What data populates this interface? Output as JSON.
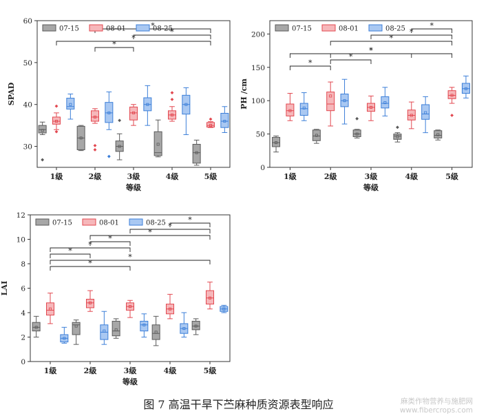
{
  "colors": {
    "g1": {
      "fill": "#a7a7a7",
      "stroke": "#5a5a5a"
    },
    "g2": {
      "fill": "#f6b7ba",
      "stroke": "#e2474f"
    },
    "g3": {
      "fill": "#a9c8f2",
      "stroke": "#3b7ed8"
    },
    "sig": "#222222"
  },
  "caption": "图 7  高温干旱下苎麻种质资源表型响应",
  "watermark": {
    "line1": "麻类作物营养与施肥网",
    "line2": "www.fibercrops.com"
  },
  "chart_data": [
    {
      "id": "spad",
      "type": "box",
      "ylabel": "SPAD",
      "xlabel": "等级",
      "ylim": [
        25,
        60
      ],
      "yticks": [
        30,
        40,
        50,
        60
      ],
      "categories": [
        "1级",
        "2级",
        "3级",
        "4级",
        "5级"
      ],
      "legend": [
        "07-15",
        "08-01",
        "08-25"
      ],
      "groups": [
        [
          {
            "q1": 33.2,
            "med": 34.0,
            "q3": 35.0,
            "wlo": 32.8,
            "whi": 35.8,
            "mean": 33.8,
            "out": [
              26.8
            ]
          },
          {
            "q1": 35.3,
            "med": 36.0,
            "q3": 37.0,
            "wlo": 34.0,
            "whi": 38.0,
            "mean": 36.0,
            "out": [
              33.5,
              39.6
            ]
          },
          {
            "q1": 38.9,
            "med": 39.5,
            "q3": 41.5,
            "wlo": 36.5,
            "whi": 42.5,
            "mean": 40.0,
            "out": []
          }
        ],
        [
          {
            "q1": 29.2,
            "med": 32.0,
            "q3": 34.8,
            "wlo": 29.0,
            "whi": 35.0,
            "mean": 32.0,
            "out": []
          },
          {
            "q1": 36.0,
            "med": 37.0,
            "q3": 38.5,
            "wlo": 35.5,
            "whi": 39.0,
            "mean": 37.0,
            "out": [
              30.2,
              29.2
            ]
          },
          {
            "q1": 35.7,
            "med": 38.0,
            "q3": 40.5,
            "wlo": 34.0,
            "whi": 43.0,
            "mean": 38.0,
            "out": [
              27.6
            ]
          }
        ],
        [
          {
            "q1": 28.8,
            "med": 30.0,
            "q3": 31.3,
            "wlo": 26.8,
            "whi": 33.0,
            "mean": 30.0,
            "out": [
              36.2
            ]
          },
          {
            "q1": 36.3,
            "med": 38.0,
            "q3": 39.4,
            "wlo": 35.0,
            "whi": 40.0,
            "mean": 38.0,
            "out": []
          },
          {
            "q1": 38.5,
            "med": 40.0,
            "q3": 41.6,
            "wlo": 35.0,
            "whi": 44.5,
            "mean": 40.0,
            "out": []
          }
        ],
        [
          {
            "q1": 27.8,
            "med": 28.5,
            "q3": 33.5,
            "wlo": 27.5,
            "whi": 36.3,
            "mean": 30.5,
            "out": []
          },
          {
            "q1": 36.5,
            "med": 37.5,
            "q3": 38.5,
            "wlo": 36.0,
            "whi": 39.5,
            "mean": 37.5,
            "out": [
              41.2,
              42.8
            ]
          },
          {
            "q1": 37.7,
            "med": 40.0,
            "q3": 42.2,
            "wlo": 32.8,
            "whi": 44.0,
            "mean": 40.0,
            "out": []
          }
        ],
        [
          {
            "q1": 26.0,
            "med": 28.5,
            "q3": 30.5,
            "wlo": 25.5,
            "whi": 31.5,
            "mean": 28.5,
            "out": []
          },
          {
            "q1": 34.6,
            "med": 35.0,
            "q3": 35.7,
            "wlo": 34.5,
            "whi": 35.9,
            "mean": 35.0,
            "out": [
              36.5
            ]
          },
          {
            "q1": 34.5,
            "med": 36.0,
            "q3": 37.9,
            "wlo": 33.3,
            "whi": 39.5,
            "mean": 36.0,
            "out": []
          }
        ]
      ],
      "brackets": [
        {
          "from": 1,
          "to": 4,
          "level": 0
        },
        {
          "from": 2,
          "to": 4,
          "level": 1
        },
        {
          "from": 0,
          "to": 4,
          "level": 2
        },
        {
          "from": 1,
          "to": 2,
          "level": 3
        }
      ],
      "bracket_label": "*"
    },
    {
      "id": "ph",
      "type": "box",
      "ylabel": "PH /cm",
      "xlabel": "等级",
      "ylim": [
        0,
        220
      ],
      "yticks": [
        0,
        50,
        100,
        150,
        200
      ],
      "categories": [
        "1级",
        "2级",
        "3级",
        "4级",
        "5级"
      ],
      "legend": [
        "07-15",
        "08-01",
        "08-25"
      ],
      "groups": [
        [
          {
            "q1": 31,
            "med": 37,
            "q3": 45,
            "wlo": 23,
            "whi": 47,
            "mean": 37,
            "out": []
          },
          {
            "q1": 77,
            "med": 85,
            "q3": 95,
            "wlo": 70,
            "whi": 111,
            "mean": 85,
            "out": []
          },
          {
            "q1": 78,
            "med": 88,
            "q3": 96,
            "wlo": 70,
            "whi": 112,
            "mean": 89,
            "out": []
          }
        ],
        [
          {
            "q1": 40,
            "med": 47,
            "q3": 56,
            "wlo": 36,
            "whi": 57,
            "mean": 48,
            "out": []
          },
          {
            "q1": 85,
            "med": 95,
            "q3": 113,
            "wlo": 62,
            "whi": 128,
            "mean": 107,
            "out": []
          },
          {
            "q1": 91,
            "med": 100,
            "q3": 110,
            "wlo": 65,
            "whi": 132,
            "mean": 100,
            "out": []
          }
        ],
        [
          {
            "q1": 46,
            "med": 50,
            "q3": 56,
            "wlo": 44,
            "whi": 57,
            "mean": 50,
            "out": [
              73
            ]
          },
          {
            "q1": 84,
            "med": 90,
            "q3": 96,
            "wlo": 70,
            "whi": 107,
            "mean": 90,
            "out": []
          },
          {
            "q1": 89,
            "med": 96,
            "q3": 106,
            "wlo": 77,
            "whi": 120,
            "mean": 97,
            "out": []
          }
        ],
        [
          {
            "q1": 42,
            "med": 47,
            "q3": 50,
            "wlo": 38,
            "whi": 52,
            "mean": 46,
            "out": [
              60
            ]
          },
          {
            "q1": 71,
            "med": 78,
            "q3": 86,
            "wlo": 58,
            "whi": 98,
            "mean": 78,
            "out": []
          },
          {
            "q1": 72,
            "med": 80,
            "q3": 94,
            "wlo": 52,
            "whi": 106,
            "mean": 82,
            "out": []
          }
        ],
        [
          {
            "q1": 44,
            "med": 48,
            "q3": 55,
            "wlo": 41,
            "whi": 56,
            "mean": 49,
            "out": []
          },
          {
            "q1": 103,
            "med": 108,
            "q3": 115,
            "wlo": 96,
            "whi": 120,
            "mean": 108,
            "out": [
              78
            ]
          },
          {
            "q1": 111,
            "med": 118,
            "q3": 126,
            "wlo": 104,
            "whi": 137,
            "mean": 118,
            "out": []
          }
        ]
      ],
      "brackets": [
        {
          "from": 3,
          "to": 4,
          "level": 0
        },
        {
          "from": 2,
          "to": 4,
          "level": 1
        },
        {
          "from": 1,
          "to": 4,
          "level": 2
        },
        {
          "from": 1,
          "to": 3,
          "level": -1
        },
        {
          "from": 1,
          "to": 2,
          "level": -2
        },
        {
          "from": 0,
          "to": 4,
          "level": 4
        },
        {
          "from": 0,
          "to": 1,
          "level": -3
        }
      ],
      "bracket_label": "*"
    },
    {
      "id": "lai",
      "type": "box",
      "ylabel": "LAI",
      "xlabel": "等级",
      "ylim": [
        0,
        12
      ],
      "yticks": [
        0,
        2,
        4,
        6,
        8,
        10,
        12
      ],
      "categories": [
        "1级",
        "2级",
        "3级",
        "4级",
        "5级"
      ],
      "legend": [
        "07-15",
        "08-01",
        "08-25"
      ],
      "groups": [
        [
          {
            "q1": 2.5,
            "med": 2.8,
            "q3": 3.2,
            "wlo": 2.0,
            "whi": 3.7,
            "mean": 2.8,
            "out": []
          },
          {
            "q1": 3.8,
            "med": 4.2,
            "q3": 4.8,
            "wlo": 3.1,
            "whi": 5.6,
            "mean": 4.3,
            "out": []
          },
          {
            "q1": 1.6,
            "med": 1.9,
            "q3": 2.2,
            "wlo": 1.5,
            "whi": 2.8,
            "mean": 1.9,
            "out": []
          }
        ],
        [
          {
            "q1": 2.2,
            "med": 3.0,
            "q3": 3.2,
            "wlo": 1.4,
            "whi": 3.4,
            "mean": 2.9,
            "out": []
          },
          {
            "q1": 4.4,
            "med": 4.8,
            "q3": 5.1,
            "wlo": 4.1,
            "whi": 5.8,
            "mean": 4.8,
            "out": []
          },
          {
            "q1": 1.8,
            "med": 2.4,
            "q3": 3.0,
            "wlo": 1.4,
            "whi": 4.1,
            "mean": 2.5,
            "out": []
          }
        ],
        [
          {
            "q1": 2.1,
            "med": 2.5,
            "q3": 3.3,
            "wlo": 1.9,
            "whi": 3.5,
            "mean": 2.6,
            "out": []
          },
          {
            "q1": 4.2,
            "med": 4.5,
            "q3": 4.8,
            "wlo": 3.6,
            "whi": 5.0,
            "mean": 4.5,
            "out": []
          },
          {
            "q1": 2.5,
            "med": 3.0,
            "q3": 3.3,
            "wlo": 2.0,
            "whi": 3.9,
            "mean": 3.0,
            "out": []
          }
        ],
        [
          {
            "q1": 1.8,
            "med": 2.3,
            "q3": 3.0,
            "wlo": 1.3,
            "whi": 3.7,
            "mean": 2.4,
            "out": []
          },
          {
            "q1": 3.9,
            "med": 4.3,
            "q3": 4.7,
            "wlo": 3.5,
            "whi": 5.5,
            "mean": 4.3,
            "out": []
          },
          {
            "q1": 2.3,
            "med": 2.7,
            "q3": 3.1,
            "wlo": 2.0,
            "whi": 4.0,
            "mean": 2.7,
            "out": []
          }
        ],
        [
          {
            "q1": 2.6,
            "med": 2.9,
            "q3": 3.3,
            "wlo": 2.2,
            "whi": 3.5,
            "mean": 2.9,
            "out": []
          },
          {
            "q1": 4.7,
            "med": 5.2,
            "q3": 5.8,
            "wlo": 4.3,
            "whi": 6.5,
            "mean": 5.2,
            "out": []
          },
          {
            "q1": 4.1,
            "med": 4.3,
            "q3": 4.5,
            "wlo": 4.0,
            "whi": 4.6,
            "mean": 4.3,
            "out": []
          }
        ]
      ],
      "brackets": [
        {
          "from": 3,
          "to": 4,
          "level": 0
        },
        {
          "from": 2,
          "to": 4,
          "level": 1
        },
        {
          "from": 1,
          "to": 4,
          "level": 2
        },
        {
          "from": 1,
          "to": 2,
          "level": 3
        },
        {
          "from": 0,
          "to": 2,
          "level": 4
        },
        {
          "from": 0,
          "to": 1,
          "level": 5
        },
        {
          "from": 0,
          "to": 4,
          "level": 6
        },
        {
          "from": 0,
          "to": 2,
          "level": 7
        }
      ],
      "bracket_label": "*"
    }
  ]
}
